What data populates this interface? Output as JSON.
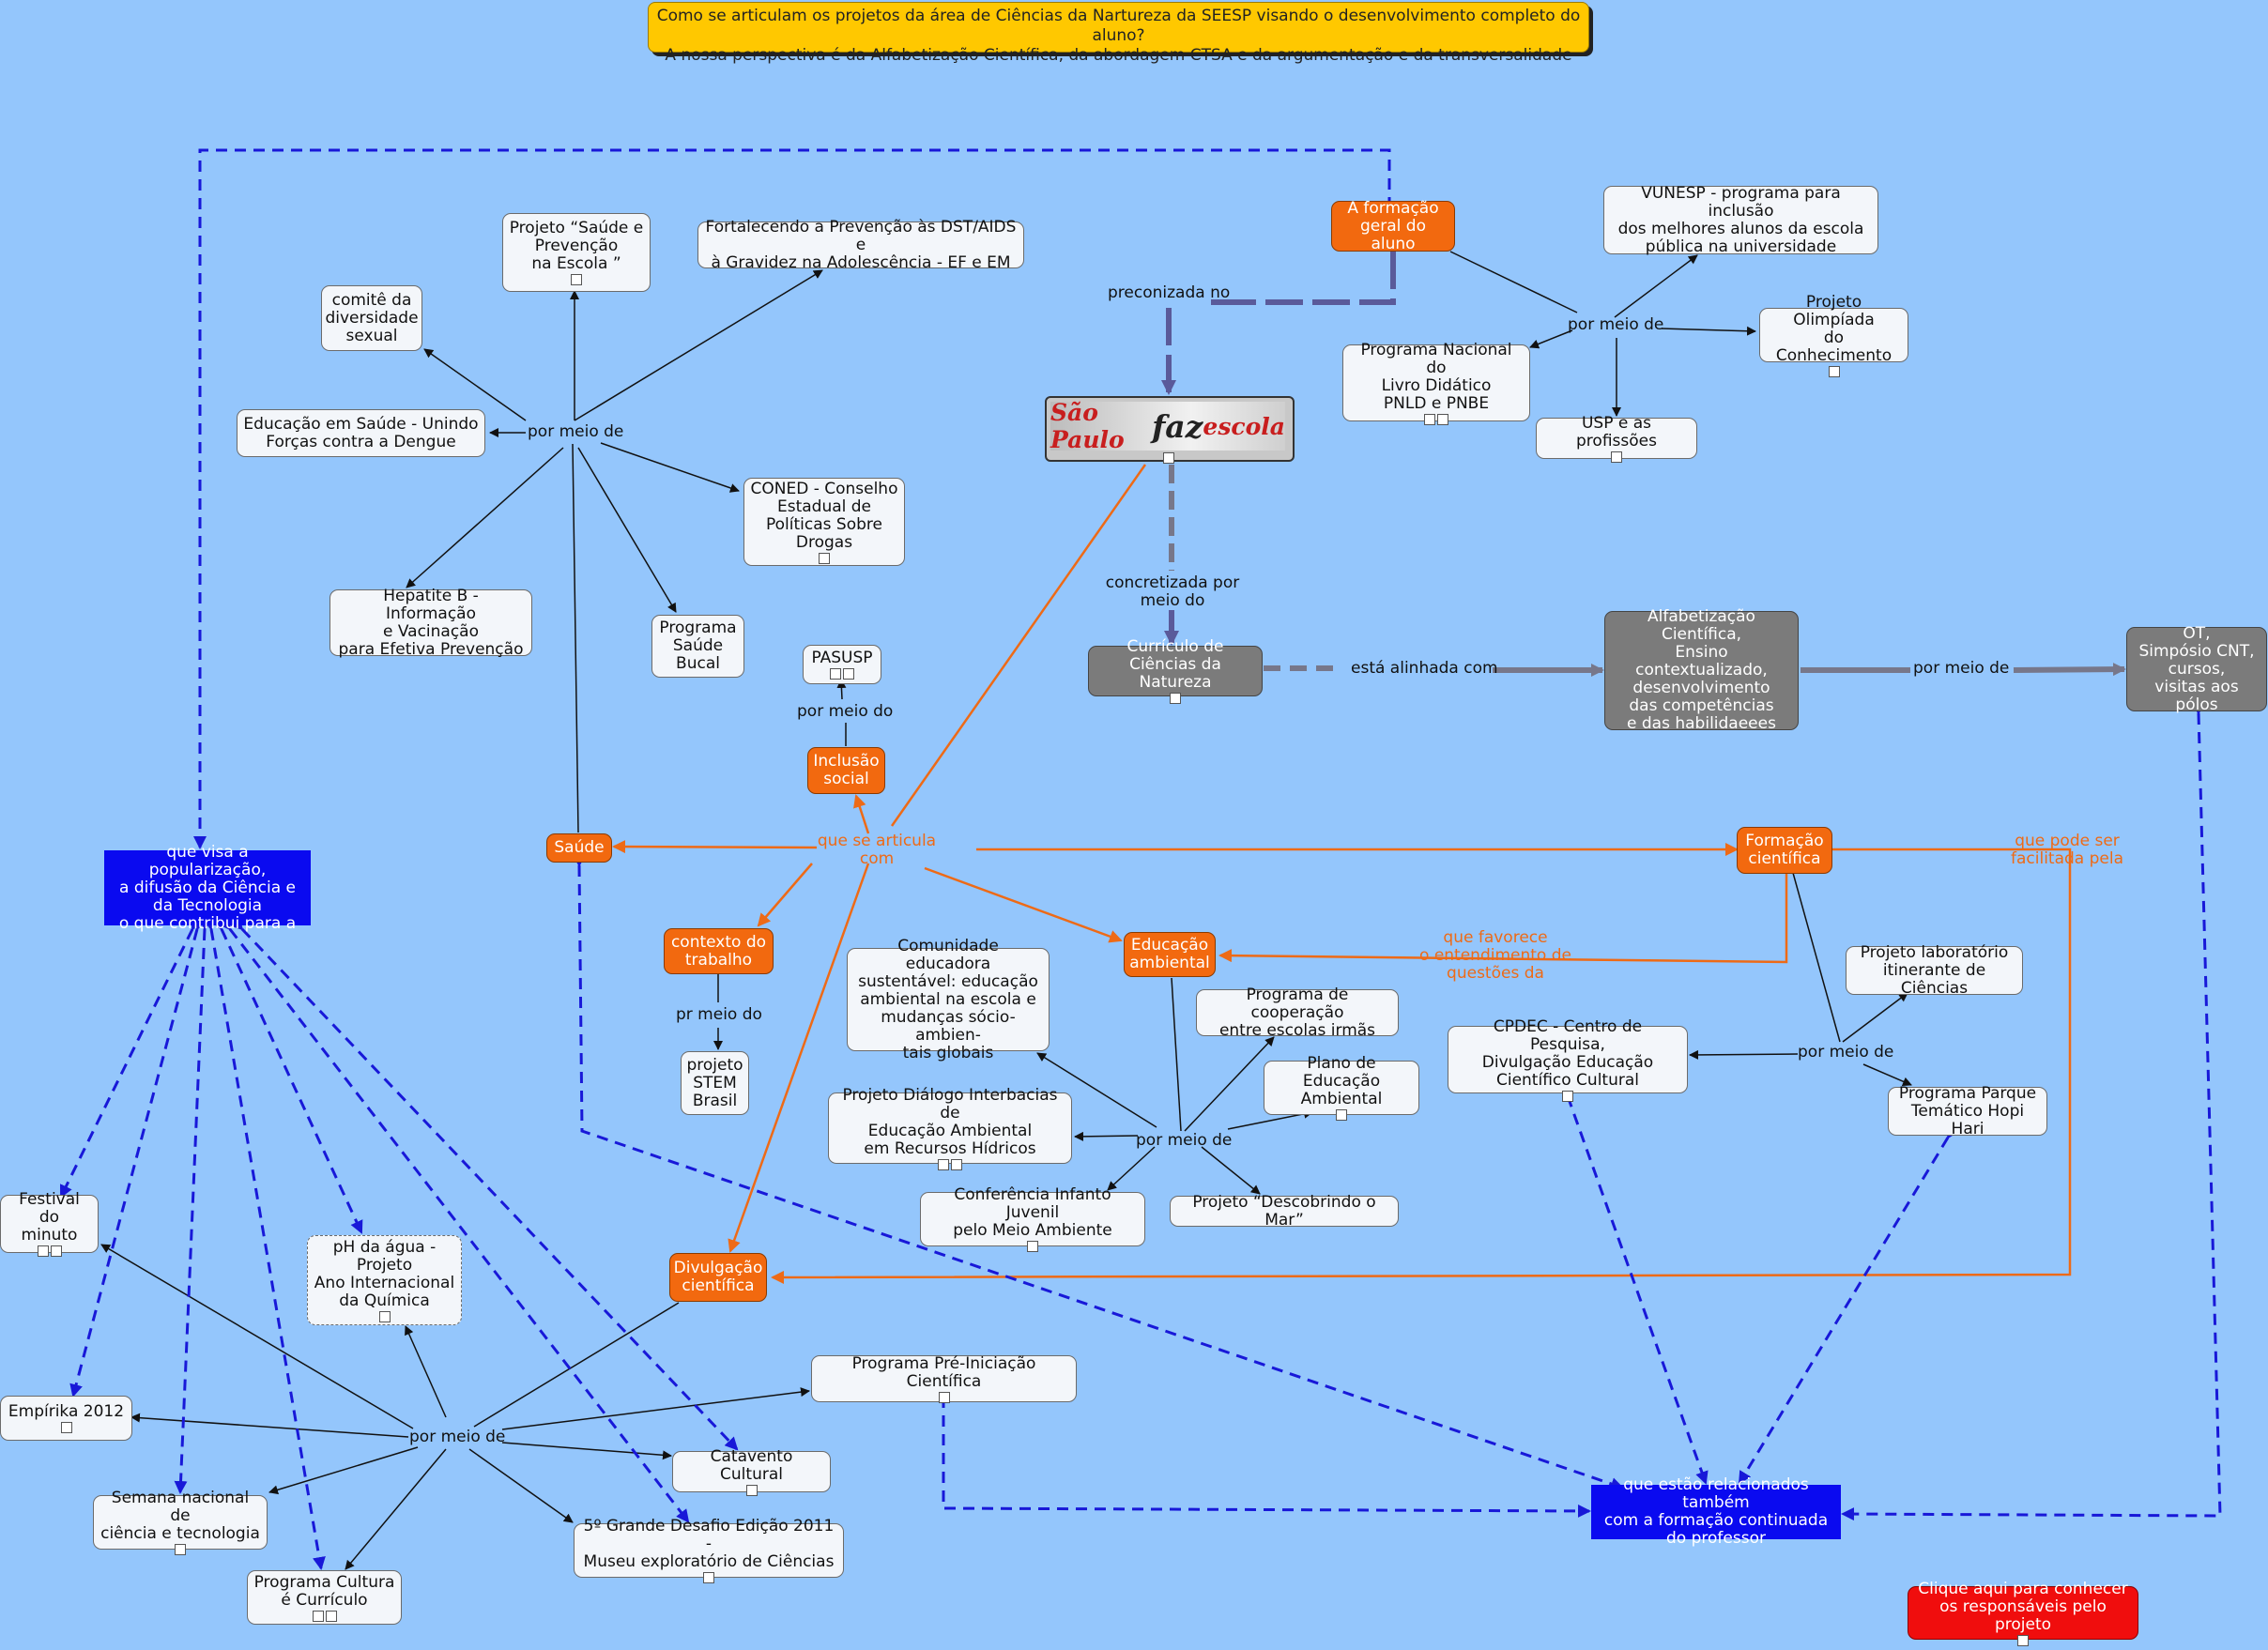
{
  "title": {
    "line1": "Como se articulam os projetos da área de Ciências da Nartureza da SEESP visando o desenvolvimento completo do aluno?",
    "line2": "A nossa perspectiva é da Alfabetização Científica, da abordagem CTSA e da argumentação e da transversalidade"
  },
  "logo": {
    "text_a": "São Paulo",
    "text_b": "faz",
    "text_c": "escola"
  },
  "nodes": {
    "formacao_geral": "A formação\ngeral do aluno",
    "vunesp": "VUNESP - programa para inclusão\ndos melhores alunos da escola\npública na universidade",
    "olimpiada": "Projeto Olimpíada\ndo Conhecimento",
    "livro_didatico": "Programa Nacional do\nLivro Didático\nPNLD e PNBE",
    "usp": "USP e as profissões",
    "curriculo": "Currículo de\nCiências da Natureza",
    "alfabetizacao": "Alfabetização\nCientífica,\nEnsino contextualizado,\ndesenvolvimento\ndas competências\ne das habilidaeees",
    "ot": "OT,\nSimpósio CNT,\ncursos,\nvisitas aos pólos",
    "saude_escola": "Projeto “Saúde e\nPrevenção\nna Escola ”",
    "fortalecendo": "Fortalecendo a Prevenção às DST/AIDS e\nà Gravidez na Adolescência - EF e EM",
    "comite": "comitê da\ndiversidade\nsexual",
    "dengue": "Educação em  Saúde - Unindo\nForças contra a Dengue",
    "coned": "CONED - Conselho\nEstadual de\nPolíticas Sobre\nDrogas",
    "hepatite": "Hepatite B - Informação\ne Vacinação\npara Efetiva Prevenção",
    "saude_bucal": "Programa\nSaúde\nBucal",
    "pasusp": "PASUSP",
    "inclusao": "Inclusão\nsocial",
    "saude": "Saúde",
    "popularizacao": "que visa a popularização,\na difusão da Ciência e\nda Tecnologia\no que contribui para a",
    "formacao_cientifica": "Formação\ncientífica",
    "contexto": "contexto do\ntrabalho",
    "stem": "projeto\nSTEM\nBrasil",
    "educacao_ambiental": "Educação\nambiental",
    "comunidade": "Comunidade educadora\nsustentável: educação\nambiental na escola e\nmudanças sócio-ambien-\ntais globais",
    "cooperacao": "Programa de cooperação\nentre escolas irmãs",
    "plano_ea": "Plano de Educação\nAmbiental",
    "dialogo": "Projeto Diálogo Interbacias de\nEducação Ambiental\nem Recursos Hídricos",
    "conferencia": "Conferência Infanto Juvenil\npelo Meio Ambiente",
    "descobrindo": "Projeto “Descobrindo o Mar”",
    "lab_itinerante": "Projeto laboratório\nitinerante de Ciências",
    "cpdec": "CPDEC - Centro de Pesquisa,\nDivulgação  Educação\nCientífico Cultural",
    "hopi": "Programa Parque\nTemático Hopi Hari",
    "festival": "Festival do\nminuto",
    "ph": "pH da água -\nProjeto\nAno Internacional\nda Química",
    "divulgacao": "Divulgação\ncientífica",
    "empirika": "Empírika 2012",
    "pre_iniciacao": "Programa Pré-Iniciação Científica",
    "catavento": "Catavento Cultural",
    "semana": "Semana nacional de\nciência e tecnologia",
    "desafio": "5º Grande Desafio Edição 2011 -\nMuseu exploratório de Ciências",
    "cultura": "Programa Cultura\né Currículo",
    "formacao_continuada": "que estão relacionados também\ncom a formação continuada\ndo professor",
    "clique": "Clique aqui para conhecer\nos responsáveis pelo projeto"
  },
  "labels": {
    "preconizada": "preconizada no",
    "por_meio_top": "por meio de",
    "concretizada": "concretizada por\nmeio do",
    "alinhada": "está alinhada com",
    "por_meio_ot": "por meio de",
    "por_meio_saude": "por meio de",
    "por_meio_do": "por meio do",
    "articula": "que se articula\ncom",
    "pode_ser": "que pode ser\nfacilitada pela",
    "favorece": "que favorece\no entendimento de\nquestões da",
    "pr_meio": "pr meio do",
    "por_meio_fc": "por meio de",
    "por_meio_ea": "por meio de",
    "por_meio_div": "por meio de"
  },
  "colors": {
    "background": "#94c6fc",
    "orange": "#f2690f",
    "blue": "#0a0af0",
    "gray": "#7b7b7b",
    "title": "#ffc800",
    "red": "#f00d0d"
  }
}
